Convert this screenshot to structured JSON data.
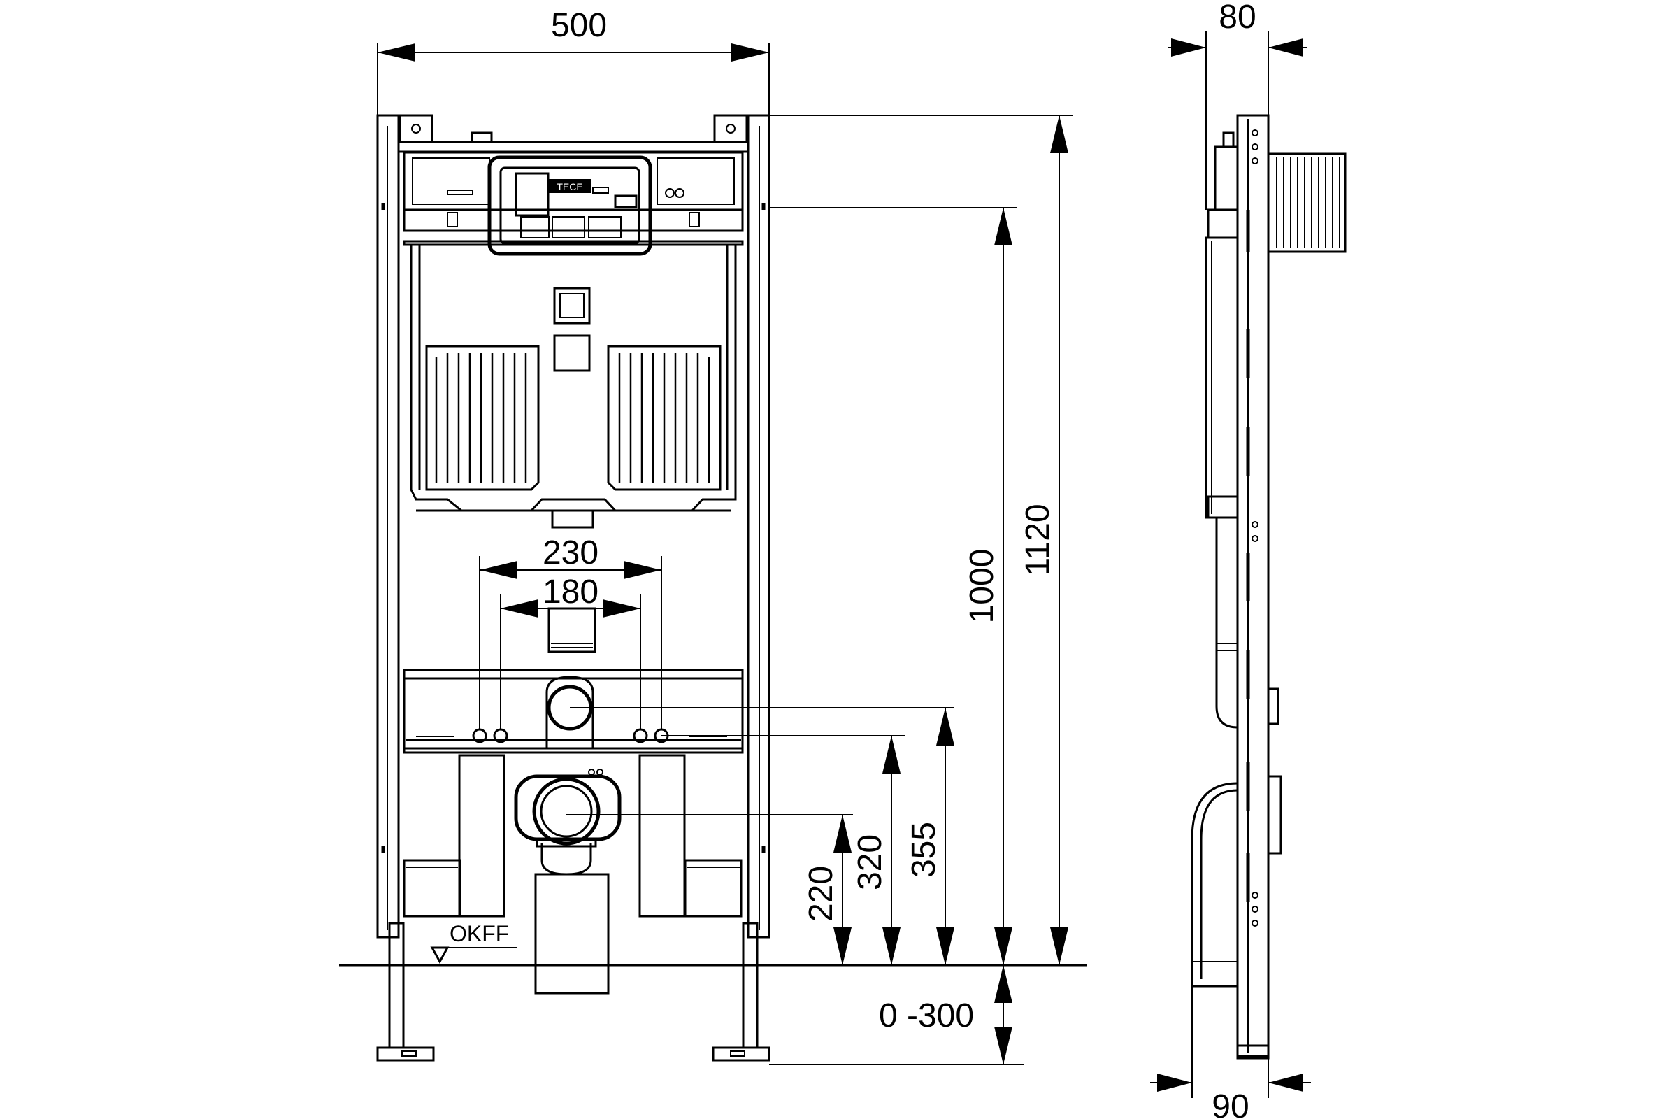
{
  "front_view": {
    "width_label": "500",
    "height_1120": "1120",
    "height_1000": "1000",
    "adjust_label": "0 -300",
    "spacing_230": "230",
    "spacing_180": "180",
    "height_220": "220",
    "height_320": "320",
    "height_355": "355",
    "floor_label": "OKFF",
    "tank_brand": "TECE"
  },
  "side_view": {
    "depth_top": "80",
    "depth_bottom": "90"
  }
}
